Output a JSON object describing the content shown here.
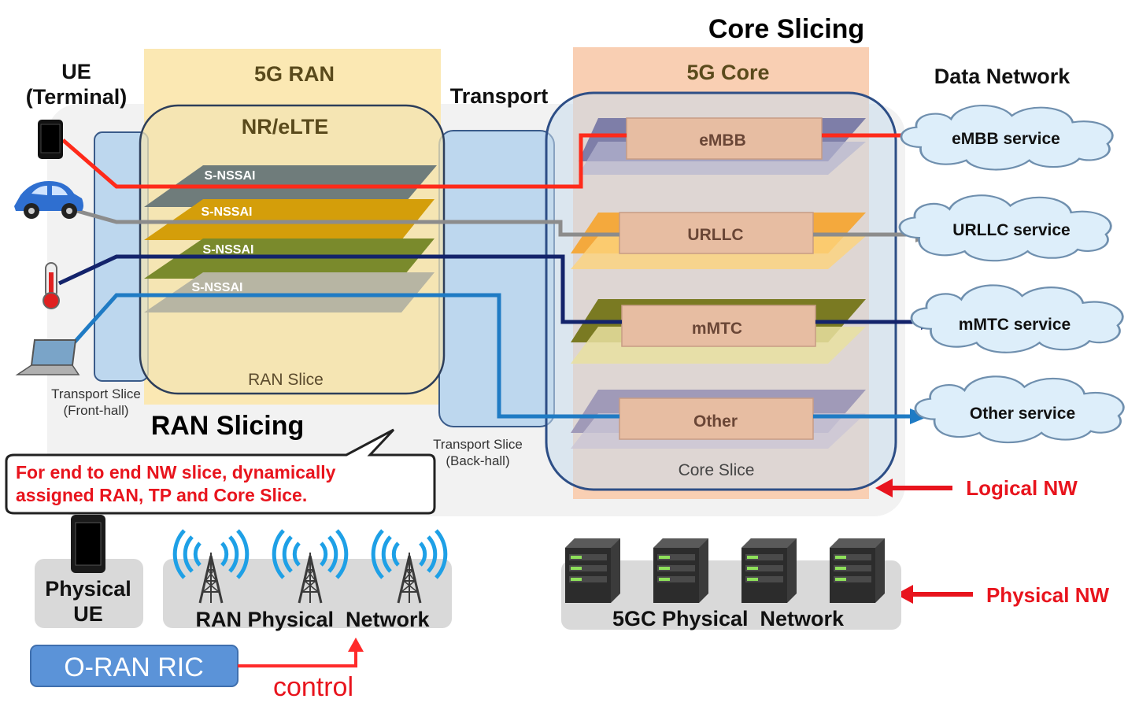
{
  "headings": {
    "ue": [
      "UE",
      "(Terminal)"
    ],
    "ran": "5G RAN",
    "nr": "NR/eLTE",
    "transport": "Transport",
    "core": "5G Core",
    "core_slicing": "Core Slicing",
    "data_network": "Data Network",
    "ran_slicing": "RAN Slicing"
  },
  "slice_labels": {
    "snssai": [
      "S-NSSAI",
      "S-NSSAI",
      "S-NSSAI",
      "S-NSSAI"
    ],
    "ran_slice": "RAN Slice",
    "core_slice": "Core Slice",
    "transport_fronthaul": [
      "Transport Slice",
      "(Front-hall)"
    ],
    "transport_backhaul": [
      "Transport Slice",
      "(Back-hall)"
    ]
  },
  "core_functions": [
    "eMBB",
    "URLLC",
    "mMTC",
    "Other"
  ],
  "services": [
    "eMBB service",
    "URLLC service",
    "mMTC service",
    "Other service"
  ],
  "callout": [
    "For end to end NW slice, dynamically",
    "assigned RAN, TP and Core Slice."
  ],
  "nw_labels": {
    "logical": "Logical NW",
    "physical": "Physical NW"
  },
  "physical": {
    "ue": [
      "Physical",
      "UE"
    ],
    "ran": "RAN Physical  Network",
    "core": "5GC Physical  Network"
  },
  "ric": {
    "label": "O-RAN RIC",
    "control": "control"
  },
  "colors": {
    "embb": "#ff2a1a",
    "urllc": "#8c8c8c",
    "mmtc": "#13236b",
    "other": "#1f7bc4",
    "red_text": "#e8141d",
    "ran_box": "#fbe8b3",
    "core_box": "#f9cfb3",
    "transport": "#bdd7ee"
  },
  "icons": [
    "smartphone-icon",
    "car-icon",
    "thermometer-icon",
    "laptop-icon",
    "cell-tower-icon",
    "server-icon",
    "cloud-icon"
  ]
}
